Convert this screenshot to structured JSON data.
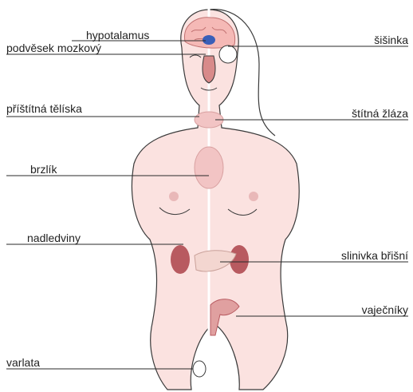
{
  "diagram": {
    "labels_left": {
      "hypotalamus": "hypotalamus",
      "podvesek": "podvěsek mozkový",
      "pristitna": "příštítná tělíska",
      "brzlik": "brzlík",
      "nadledviny": "nadledviny",
      "varlata": "varlata"
    },
    "labels_right": {
      "sisinka": "šišinka",
      "stitna": "štítná žláza",
      "slinivka": "slinivka břišní",
      "vajecniky": "vaječníky"
    },
    "colors": {
      "skin": "#fbe2e0",
      "outline": "#3a3a3a",
      "brain": "#f5b9b6",
      "gland_pink": "#f2c4c4",
      "kidney": "#b85a60",
      "pituitary_blue": "#3a5fb8",
      "leader_line": "#2a2a2a"
    }
  }
}
